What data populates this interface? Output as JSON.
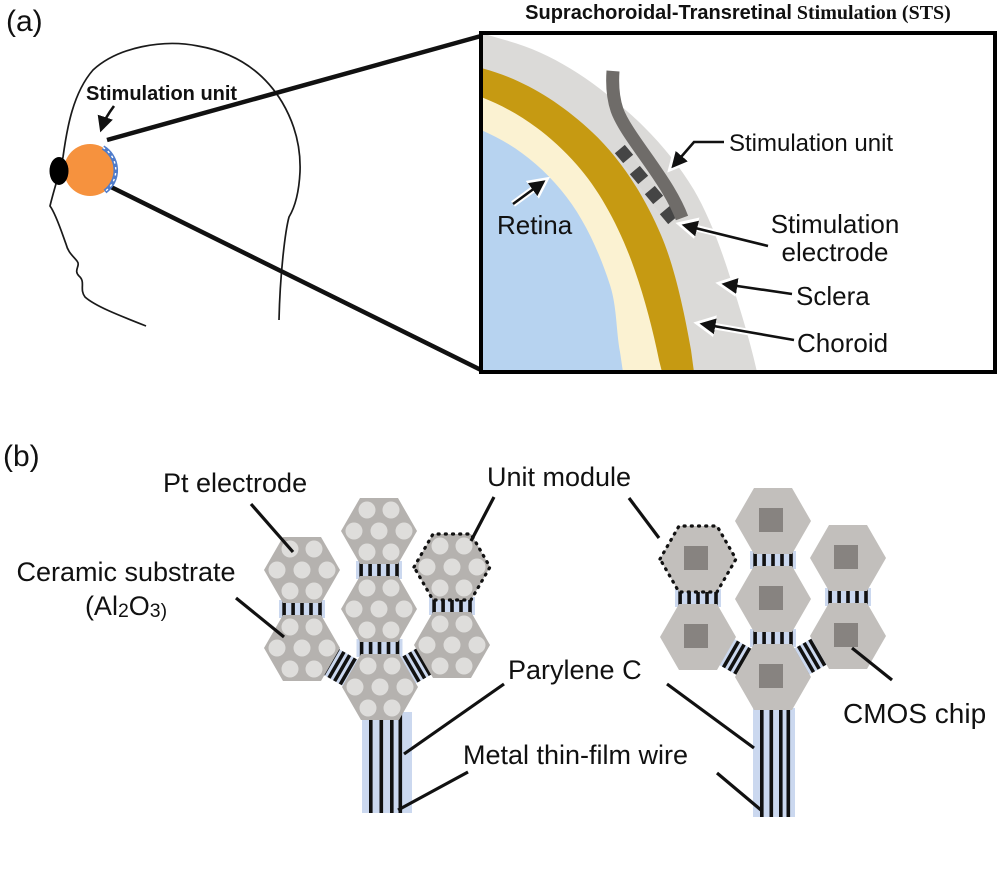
{
  "panel_a": {
    "tag": "(a)",
    "title_sans": "Suprachoroidal-Transretinal",
    "title_serif": " Stimulation (STS)",
    "head_label": "Stimulation unit",
    "box_labels": {
      "retina": "Retina",
      "stimulation_unit": "Stimulation unit",
      "stimulation_electrode_line1": "Stimulation",
      "stimulation_electrode_line2": "electrode",
      "sclera": "Sclera",
      "choroid": "Choroid"
    }
  },
  "panel_b": {
    "tag": "(b)",
    "labels": {
      "pt_electrode": "Pt electrode",
      "ceramic_substrate": "Ceramic substrate",
      "ceramic_formula_pre": "(Al",
      "ceramic_formula_sub1": "2",
      "ceramic_formula_o": "O",
      "ceramic_formula_sub2": "3)",
      "unit_module": "Unit module",
      "parylene": "Parylene C",
      "metal_wire": "Metal thin-film wire",
      "cmos_chip": "CMOS chip"
    }
  },
  "colors": {
    "eye_orange": "#F6923E",
    "eye_blue": "#4F7CCB",
    "vitreous_blue": "#B7D3F0",
    "retina_cream": "#FBF2D2",
    "choroid_gold": "#C69A12",
    "sclera_gray": "#DBDAD8",
    "unit_band_gray": "#6F6C69",
    "electrode_dark": "#454545",
    "electrode_gap": "#D8D7D5",
    "hex_gray_left": "#B5B2AF",
    "hex_gray_right": "#C2BFBC",
    "pt_dot_gray": "#DEDDDB",
    "chip_gray": "#878380",
    "parylene_blue": "#CBD8EF",
    "ink": "#111111"
  }
}
